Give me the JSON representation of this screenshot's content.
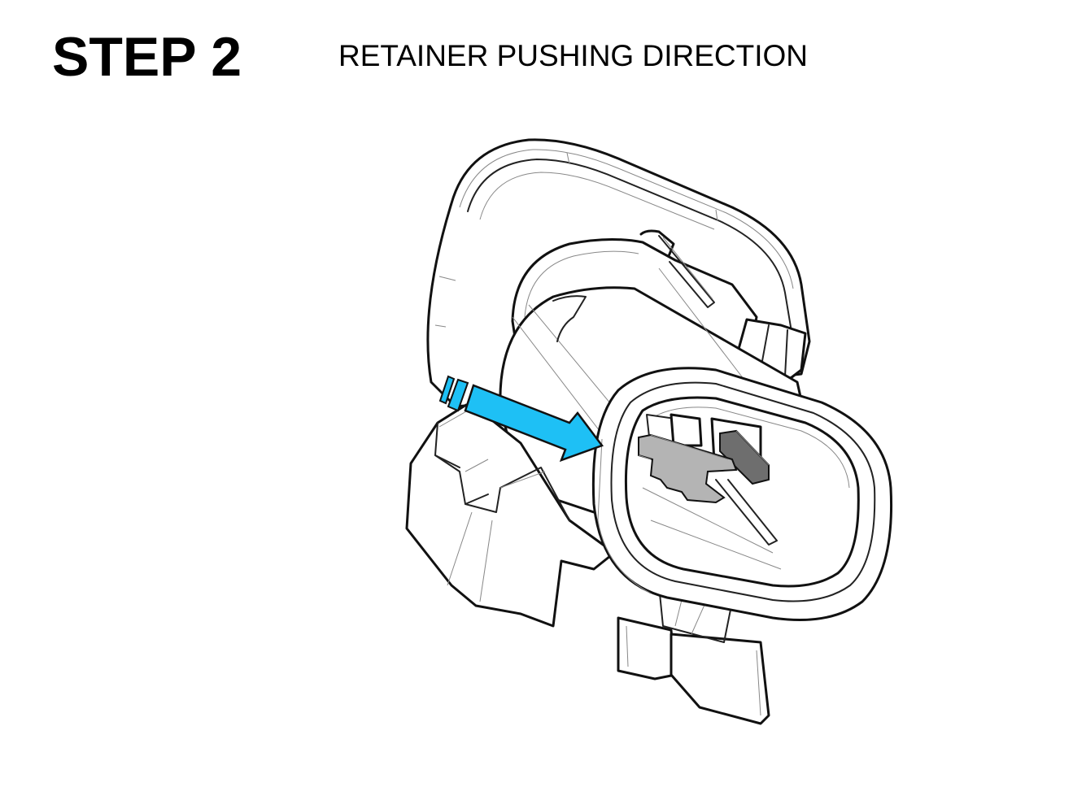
{
  "header": {
    "step_label": "STEP 2",
    "instruction": "RETAINER PUSHING DIRECTION"
  },
  "illustration": {
    "subject": "connector",
    "arrow_icon": "arrow-right-down-icon",
    "colors": {
      "arrow_fill": "#1ec0f5",
      "outline": "#111111",
      "retainer_fill": "#b4b4b4",
      "terminal_fill": "#6e6e6e"
    }
  }
}
